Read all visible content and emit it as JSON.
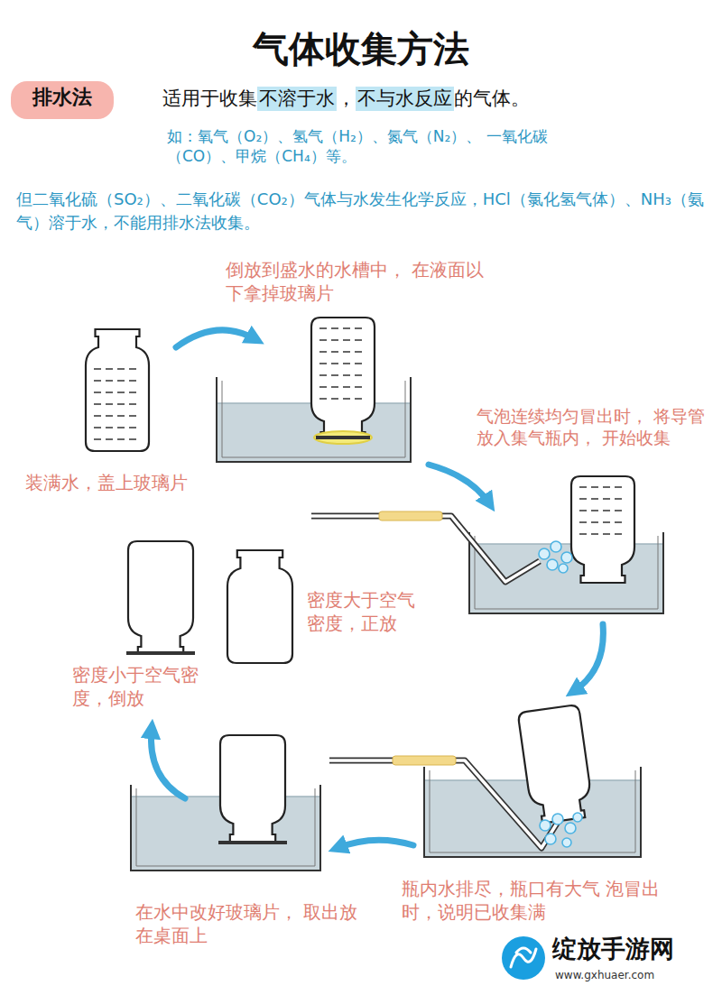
{
  "diagram": {
    "title": "气体收集方法",
    "nodes": [
      {
        "text": [
          "排水法"
        ]
      }
    ],
    "labels": [
      "适用于收集",
      "不溶于水",
      "，",
      "不与水反应",
      "的气体。",
      "如：氧气（O₂）、氢气（H₂）、氮气（N₂）、 一氧化碳（CO）、甲烷（CH₄）等。",
      "但二氧化硫（SO₂）、二氧化碳（CO₂）气体与水发生化学反应，HCl（氯化氢气体）、NH₃（氨气）溶于水，不能用排水法收集。",
      "倒放到盛水的水槽中， 在液面以下拿掉玻璃片",
      "装满水，盖上玻璃片",
      "气泡连续均匀冒出时， 将导管放入集气瓶内， 开始收集",
      "密度大于空气 密度，正放",
      "密度小于空气密 度，倒放",
      "瓶内水排尽，瓶口有大气 泡冒出时，说明已收集满",
      "在水中改好玻璃片， 取出放在桌面上",
      "绽放手游网",
      "www.gxhuaer.com"
    ]
  }
}
